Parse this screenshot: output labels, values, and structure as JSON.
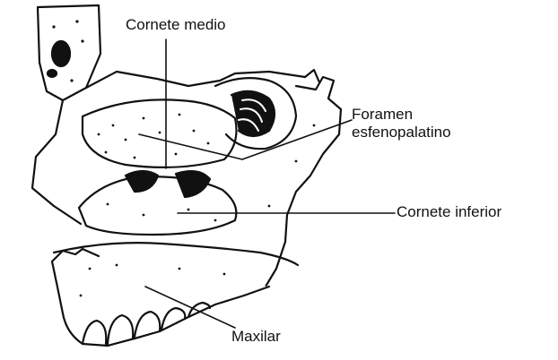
{
  "labels": {
    "cornete_medio": "Cornete medio",
    "foramen_line1": "Foramen",
    "foramen_line2": "esfenopalatino",
    "cornete_inferior": "Cornete inferior",
    "maxilar": "Maxilar"
  },
  "colors": {
    "ink": "#111111",
    "background": "#ffffff"
  }
}
